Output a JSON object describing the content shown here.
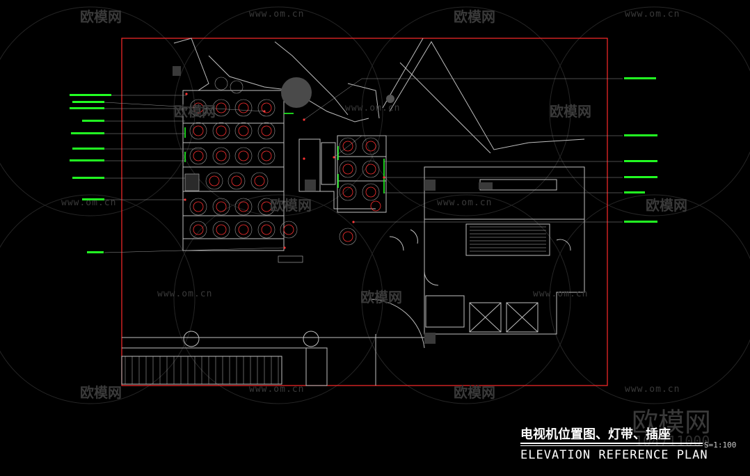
{
  "drawing": {
    "title_cn": "电视机位置图、灯带、插座",
    "title_en": "ELEVATION REFERENCE PLAN",
    "scale": "S=1:100"
  },
  "watermark": {
    "brand": "欧模网",
    "url": "www.om.cn",
    "id": "104711000"
  },
  "colors": {
    "background": "#000000",
    "border": "#ff2a2a",
    "linework": "#bfbfbf",
    "annotation": "#22ff22",
    "fixture": "#ff3030"
  }
}
